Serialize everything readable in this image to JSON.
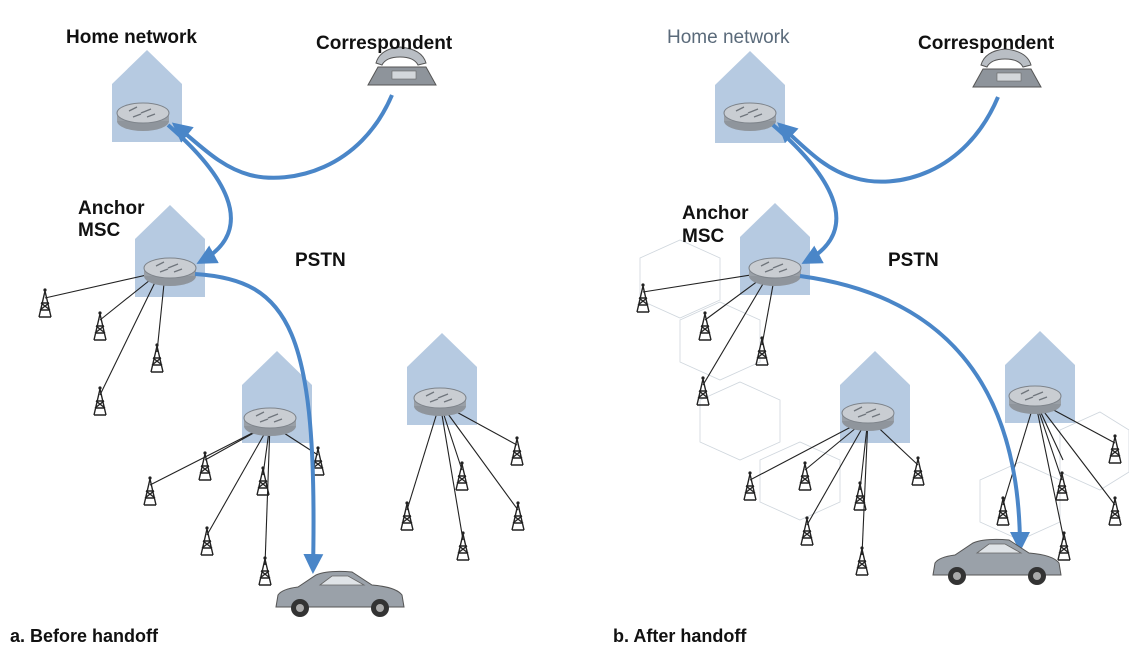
{
  "panel_a": {
    "home_network": "Home network",
    "correspondent": "Correspondent",
    "anchor_msc_line1": "Anchor",
    "anchor_msc_line2": "MSC",
    "pstn": "PSTN",
    "caption": "a. Before handoff"
  },
  "panel_b": {
    "home_network": "Home network",
    "correspondent": "Correspondent",
    "anchor_msc_line1": "Anchor",
    "anchor_msc_line2": "MSC",
    "pstn": "PSTN",
    "caption": "b. After handoff"
  },
  "colors": {
    "building": "#a9c1dc",
    "arrow": "#4a86c8",
    "line": "#222222",
    "text": "#111111"
  },
  "icons": [
    "house-icon",
    "router-icon",
    "telephone-icon",
    "cell-tower-icon",
    "car-icon"
  ]
}
